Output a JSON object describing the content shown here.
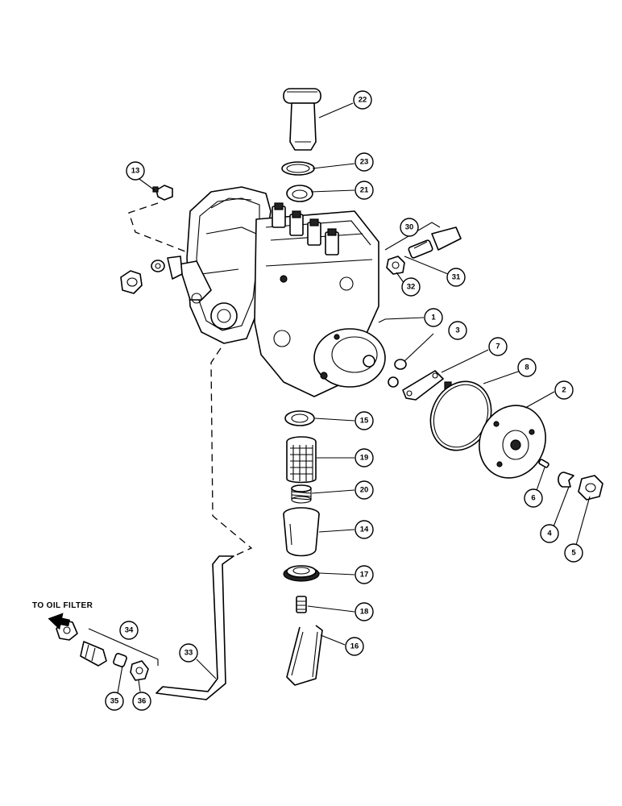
{
  "labels": {
    "oil_filter": "TO OIL FILTER"
  },
  "callouts": [
    {
      "id": "c1",
      "number": "1"
    },
    {
      "id": "c2",
      "number": "2"
    },
    {
      "id": "c3",
      "number": "3"
    },
    {
      "id": "c4",
      "number": "4"
    },
    {
      "id": "c5",
      "number": "5"
    },
    {
      "id": "c6",
      "number": "6"
    },
    {
      "id": "c7",
      "number": "7"
    },
    {
      "id": "c8",
      "number": "8"
    },
    {
      "id": "c13",
      "number": "13"
    },
    {
      "id": "c14",
      "number": "14"
    },
    {
      "id": "c15",
      "number": "15"
    },
    {
      "id": "c16",
      "number": "16"
    },
    {
      "id": "c17",
      "number": "17"
    },
    {
      "id": "c18",
      "number": "18"
    },
    {
      "id": "c19",
      "number": "19"
    },
    {
      "id": "c20",
      "number": "20"
    },
    {
      "id": "c21",
      "number": "21"
    },
    {
      "id": "c22",
      "number": "22"
    },
    {
      "id": "c23",
      "number": "23"
    },
    {
      "id": "c30",
      "number": "30"
    },
    {
      "id": "c31",
      "number": "31"
    },
    {
      "id": "c32",
      "number": "32"
    },
    {
      "id": "c33",
      "number": "33"
    },
    {
      "id": "c34",
      "number": "34"
    },
    {
      "id": "c35",
      "number": "35"
    },
    {
      "id": "c36",
      "number": "36"
    }
  ]
}
